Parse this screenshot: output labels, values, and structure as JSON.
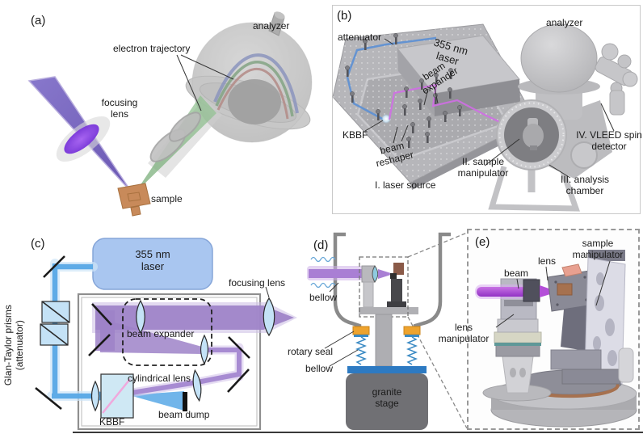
{
  "a": {
    "tag": "(a)",
    "analyzer": "analyzer",
    "electron_trajectory": "electron trajectory",
    "focusing_lens": "focusing lens",
    "sample": "sample"
  },
  "b": {
    "tag": "(b)",
    "attenuator": "attenuator",
    "laser": "355 nm laser",
    "beam_expander": "beam expander",
    "kbbf": "KBBF",
    "beam_reshaper": "beam reshaper",
    "laser_source": "I. laser source",
    "analyzer": "analyzer",
    "vleed": "IV. VLEED spin detector",
    "sample_manipulator": "II. sample manipulator",
    "analysis_chamber": "III. analysis chamber"
  },
  "c": {
    "tag": "(c)",
    "laser": "355 nm laser",
    "glan_taylor": "Glan-Taylor prisms (attenuator)",
    "beam_expander": "beam expander",
    "focusing_lens": "focusing lens",
    "cylindrical_lens": "cylindrical lens",
    "kbbf": "KBBF",
    "beam_dump": "beam dump"
  },
  "d": {
    "tag": "(d)",
    "bellow_top": "bellow",
    "rotary_seal": "rotary seal",
    "bellow_bottom": "bellow",
    "granite_stage": "granite stage"
  },
  "e": {
    "tag": "(e)",
    "beam": "beam",
    "lens": "lens",
    "sample_manipulator": "sample manipulator",
    "lens_manipulator": "lens manipulator"
  },
  "colors": {
    "uv_blue_beam": "#58a8e6",
    "deep_uv_purple": "#9d82c8",
    "magenta_beam": "#cf6ee4",
    "laser_box_blue": "#a9c6f0",
    "optic_glass_blue": "#c4e2f6",
    "sample_copper": "#c88a5a",
    "rotary_seal_orange": "#eea32e",
    "granite_gray": "#707074",
    "stage_blue": "#2d7ac2",
    "chamber_gray": "#bcbcbf"
  }
}
